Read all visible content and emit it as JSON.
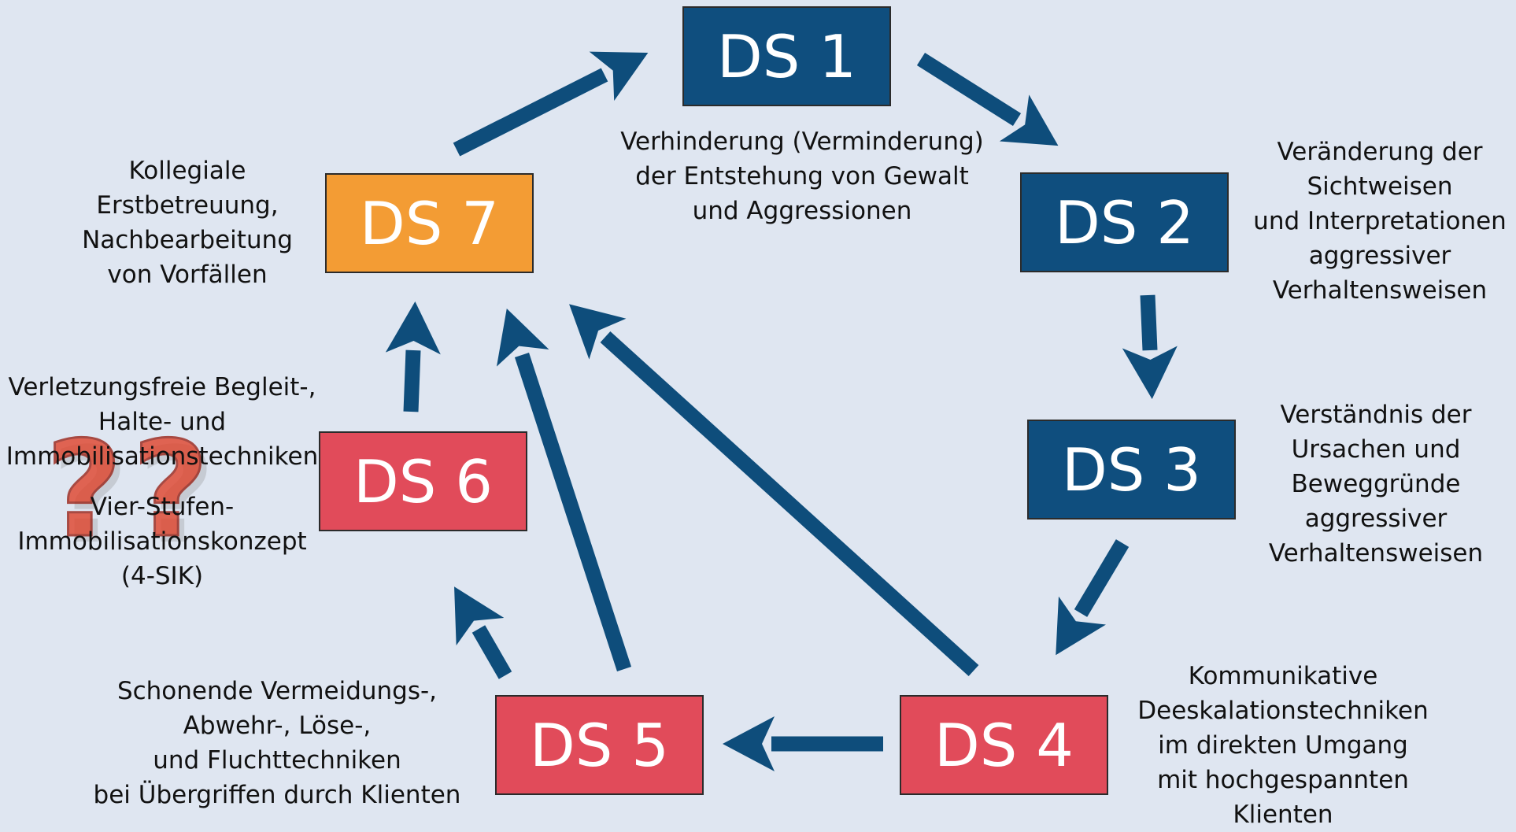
{
  "colors": {
    "background": "#dfe6f1",
    "arrow": "#0e4d7b",
    "box_blue": "#0f4e7e",
    "box_red": "#e14b5a",
    "box_orange": "#f39c34",
    "question_mark": "#e0432b"
  },
  "boxes": {
    "ds1": "DS 1",
    "ds2": "DS 2",
    "ds3": "DS 3",
    "ds4": "DS 4",
    "ds5": "DS 5",
    "ds6": "DS 6",
    "ds7": "DS 7"
  },
  "descriptions": {
    "ds1": [
      "Verhinderung (Verminderung)",
      "der Entstehung von Gewalt",
      "und Aggressionen"
    ],
    "ds2": [
      "Veränderung der",
      "Sichtweisen",
      "und Interpretationen",
      "aggressiver",
      "Verhaltensweisen"
    ],
    "ds3": [
      "Verständnis der",
      "Ursachen und",
      "Beweggründe",
      "aggressiver",
      "Verhaltensweisen"
    ],
    "ds4": [
      "Kommunikative",
      "Deeskalationstechniken",
      "im direkten Umgang",
      "mit hochgespannten",
      "Klienten"
    ],
    "ds5": [
      "Schonende Vermeidungs-,",
      "Abwehr-, Löse-,",
      "und Fluchttechniken",
      "bei Übergriffen durch Klienten"
    ],
    "ds6": [
      "Verletzungsfreie Begleit-,",
      "Halte- und",
      "Immobilisationstechniken",
      "",
      "Vier-Stufen-",
      "Immobilisationskonzept",
      "(4-SIK)"
    ],
    "ds7": [
      "Kollegiale",
      "Erstbetreuung,",
      "Nachbearbeitung",
      "von Vorfällen"
    ]
  },
  "decoration": {
    "icon": "question-marks-icon"
  }
}
